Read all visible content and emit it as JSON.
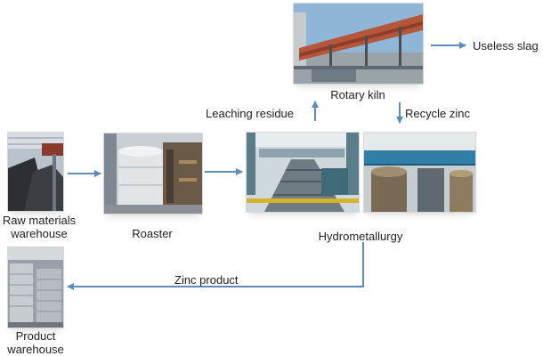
{
  "nodes": {
    "raw_materials": {
      "label_line1": "Raw materials",
      "label_line2": "warehouse",
      "icon": "warehouse-photo"
    },
    "roaster": {
      "label": "Roaster",
      "icon": "roaster-tower-photo"
    },
    "hydrometallurgy": {
      "label": "Hydrometallurgy",
      "icon": "hydrometallurgy-plant-photo"
    },
    "rotary_kiln": {
      "label": "Rotary kiln",
      "icon": "rotary-kiln-photo"
    },
    "useless_slag": {
      "label": "Useless slag"
    },
    "product_warehouse": {
      "label_line1": "Product",
      "label_line2": "warehouse",
      "icon": "zinc-ingot-stack-photo"
    }
  },
  "edges": {
    "leaching_residue": "Leaching residue",
    "recycle_zinc": "Recycle zinc",
    "zinc_product": "Zinc product"
  },
  "colors": {
    "arrow": "#5b8db8",
    "kiln": "#b5553a",
    "frame": "#6a7886"
  }
}
